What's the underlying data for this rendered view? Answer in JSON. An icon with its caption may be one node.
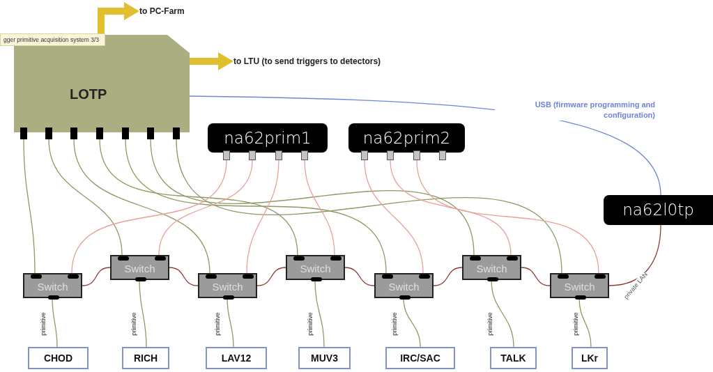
{
  "diagram": {
    "nodes": [
      {
        "text": [
          "gger primitive acquisition system 3/3",
          "LOTP"
        ]
      },
      {
        "text": [
          "to PC-Farm"
        ]
      },
      {
        "text": [
          "to LTU (to send triggers to detectors)"
        ]
      },
      {
        "text": [
          "na62prim1"
        ]
      },
      {
        "text": [
          "na62prim2"
        ]
      },
      {
        "text": [
          "na62l0tp"
        ]
      },
      {
        "text": [
          "Switch"
        ]
      },
      {
        "text": [
          "Switch"
        ]
      },
      {
        "text": [
          "Switch"
        ]
      },
      {
        "text": [
          "Switch"
        ]
      },
      {
        "text": [
          "Switch"
        ]
      },
      {
        "text": [
          "Switch"
        ]
      },
      {
        "text": [
          "Switch"
        ]
      },
      {
        "text": [
          "CHOD"
        ]
      },
      {
        "text": [
          "RICH"
        ]
      },
      {
        "text": [
          "LAV12"
        ]
      },
      {
        "text": [
          "MUV3"
        ]
      },
      {
        "text": [
          "IRC/SAC"
        ]
      },
      {
        "text": [
          "TALK"
        ]
      },
      {
        "text": [
          "LKr"
        ]
      }
    ],
    "edges": [
      {
        "from": 0,
        "to": 1,
        "arrow": "to",
        "style": "thick",
        "color": "#e2bf2e"
      },
      {
        "from": 0,
        "to": 2,
        "arrow": "to",
        "style": "thick",
        "color": "#e2bf2e"
      },
      {
        "from": 0,
        "to": 6,
        "arrow": "none"
      },
      {
        "from": 0,
        "to": 7,
        "arrow": "none"
      },
      {
        "from": 0,
        "to": 8,
        "arrow": "none"
      },
      {
        "from": 0,
        "to": 9,
        "arrow": "none"
      },
      {
        "from": 0,
        "to": 10,
        "arrow": "none"
      },
      {
        "from": 0,
        "to": 11,
        "arrow": "none"
      },
      {
        "from": 0,
        "to": 12,
        "arrow": "none"
      },
      {
        "from": 3,
        "to": 6,
        "arrow": "none",
        "color": "#e8a09a"
      },
      {
        "from": 3,
        "to": 7,
        "arrow": "none",
        "color": "#e8a09a"
      },
      {
        "from": 3,
        "to": 8,
        "arrow": "none",
        "color": "#e8a09a"
      },
      {
        "from": 3,
        "to": 9,
        "arrow": "none",
        "color": "#e8a09a"
      },
      {
        "from": 4,
        "to": 10,
        "arrow": "none",
        "color": "#e8a09a"
      },
      {
        "from": 4,
        "to": 11,
        "arrow": "none",
        "color": "#e8a09a"
      },
      {
        "from": 4,
        "to": 12,
        "arrow": "none",
        "color": "#e8a09a"
      },
      {
        "from": 6,
        "to": 7,
        "arrow": "none",
        "color": "#8e3b34"
      },
      {
        "from": 7,
        "to": 8,
        "arrow": "none",
        "color": "#8e3b34"
      },
      {
        "from": 8,
        "to": 9,
        "arrow": "none",
        "color": "#8e3b34"
      },
      {
        "from": 9,
        "to": 10,
        "arrow": "none",
        "color": "#8e3b34"
      },
      {
        "from": 10,
        "to": 11,
        "arrow": "none",
        "color": "#8e3b34"
      },
      {
        "from": 11,
        "to": 12,
        "arrow": "none",
        "color": "#8e3b34"
      },
      {
        "from": 12,
        "to": 5,
        "arrow": "none",
        "color": "#8e3b34",
        "label": "private LAN"
      },
      {
        "from": 0,
        "to": 5,
        "arrow": "none",
        "color": "#6f86d6",
        "label": "USB (firmware programming and configuration)"
      },
      {
        "from": 6,
        "to": 13,
        "arrow": "none",
        "label": "primitive"
      },
      {
        "from": 7,
        "to": 14,
        "arrow": "none",
        "label": "primitive"
      },
      {
        "from": 8,
        "to": 15,
        "arrow": "none",
        "label": "primitive"
      },
      {
        "from": 9,
        "to": 16,
        "arrow": "none",
        "label": "primitive"
      },
      {
        "from": 10,
        "to": 17,
        "arrow": "none",
        "label": "primitive"
      },
      {
        "from": 11,
        "to": 18,
        "arrow": "none",
        "label": "primitive"
      },
      {
        "from": 12,
        "to": 19,
        "arrow": "none",
        "label": "primitive"
      }
    ]
  }
}
